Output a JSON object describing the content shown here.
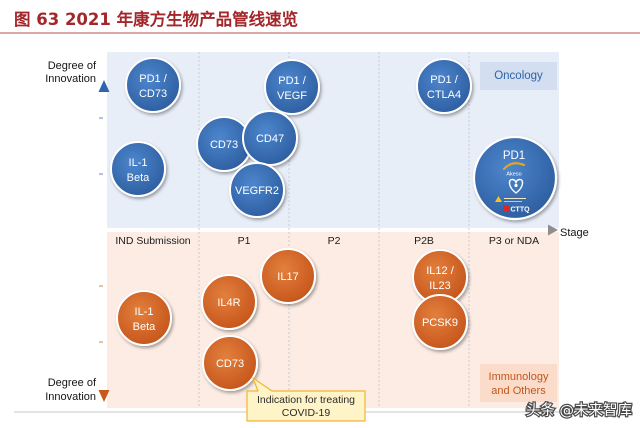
{
  "title": "图 63 2021 年康方生物产品管线速览",
  "y_axis_top": {
    "line1": "Degree of",
    "line2": "Innovation"
  },
  "y_axis_bottom": {
    "line1": "Degree of",
    "line2": "Innovation"
  },
  "x_axis_label": "Stage",
  "stages": [
    "IND Submission",
    "P1",
    "P2",
    "P2B",
    "P3 or NDA"
  ],
  "oncology": {
    "label": "Oncology",
    "color": "#2c5c9e",
    "highlight": "#4d86cd",
    "bubbles": [
      {
        "lines": [
          "PD1 /",
          "CD73"
        ]
      },
      {
        "lines": [
          "PD1 /",
          "VEGF"
        ]
      },
      {
        "lines": [
          "PD1 /",
          "CTLA4"
        ]
      },
      {
        "lines": [
          "IL-1",
          "Beta"
        ]
      },
      {
        "lines": [
          "CD73"
        ]
      },
      {
        "lines": [
          "CD47"
        ]
      },
      {
        "lines": [
          "VEGFR2"
        ]
      },
      {
        "lines": [
          "PD1"
        ],
        "logos": [
          "Akeso",
          "CTTQ"
        ]
      }
    ]
  },
  "immunology": {
    "label_lines": [
      "Immunology",
      "and Others"
    ],
    "color": "#c4531a",
    "highlight": "#e3803d",
    "bubbles": [
      {
        "lines": [
          "IL-1",
          "Beta"
        ]
      },
      {
        "lines": [
          "IL4R"
        ]
      },
      {
        "lines": [
          "IL17"
        ]
      },
      {
        "lines": [
          "CD73"
        ]
      },
      {
        "lines": [
          "IL12 /",
          "IL23"
        ]
      },
      {
        "lines": [
          "PCSK9"
        ]
      }
    ]
  },
  "callout": {
    "lines": [
      "Indication for treating",
      "COVID-19"
    ]
  },
  "watermark": "头条 @未来智库"
}
